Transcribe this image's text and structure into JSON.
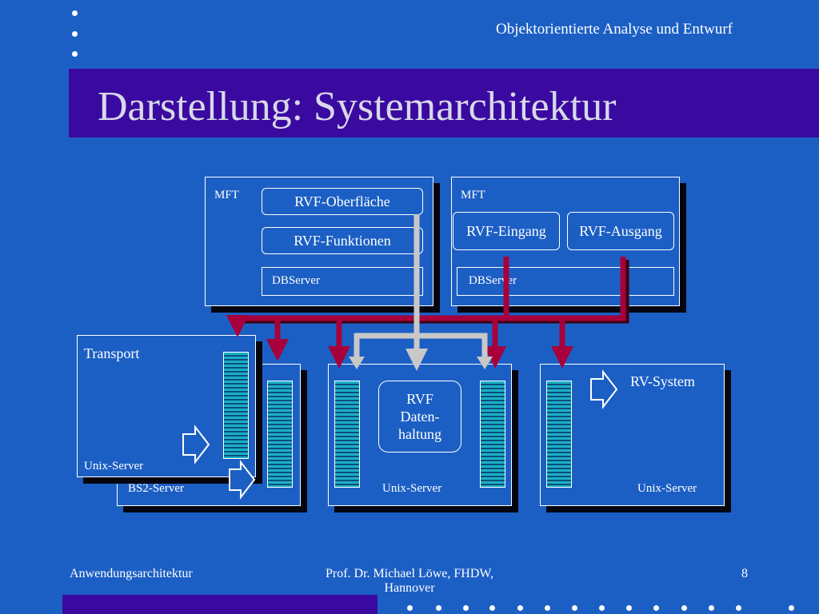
{
  "header": {
    "course": "Objektorientierte Analyse und Entwurf",
    "title": "Darstellung: Systemarchitektur"
  },
  "diagram": {
    "mft_left": {
      "label": "MFT",
      "oberflaeche": "RVF-Oberfläche",
      "funktionen": "RVF-Funktionen",
      "dbserver": "DBServer"
    },
    "mft_right": {
      "label": "MFT",
      "eingang": "RVF-Eingang",
      "ausgang": "RVF-Ausgang",
      "dbserver": "DBServer"
    },
    "transport": {
      "title": "Transport",
      "server": "Unix-Server"
    },
    "bs2": {
      "server": "BS2-Server"
    },
    "center": {
      "line1": "RVF",
      "line2": "Daten-",
      "line3": "haltung",
      "server": "Unix-Server"
    },
    "rvsystem": {
      "title": "RV-System",
      "server": "Unix-Server"
    },
    "colors": {
      "bus": "#a8003a",
      "gray_link": "#c8c8c8",
      "background": "#1c5fc4",
      "title_band": "#3a0aa0"
    }
  },
  "footer": {
    "left": "Anwendungsarchitektur",
    "center_line1": "Prof. Dr. Michael Löwe, FHDW,",
    "center_line2": "Hannover",
    "page": "8"
  }
}
